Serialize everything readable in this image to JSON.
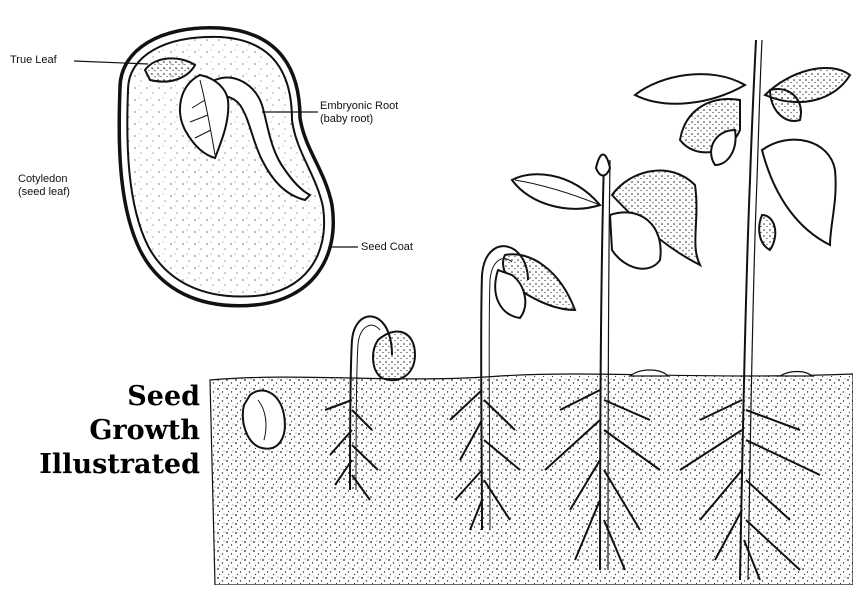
{
  "labels": {
    "true_leaf": "True Leaf",
    "embryonic_root": [
      "Embryonic Root",
      "(baby root)"
    ],
    "cotyledon": [
      "Cotyledon",
      "(seed leaf)"
    ],
    "seed_coat": "Seed Coat"
  },
  "title": {
    "line1": "Seed",
    "line2": "Growth",
    "line3": "Illustrated"
  }
}
